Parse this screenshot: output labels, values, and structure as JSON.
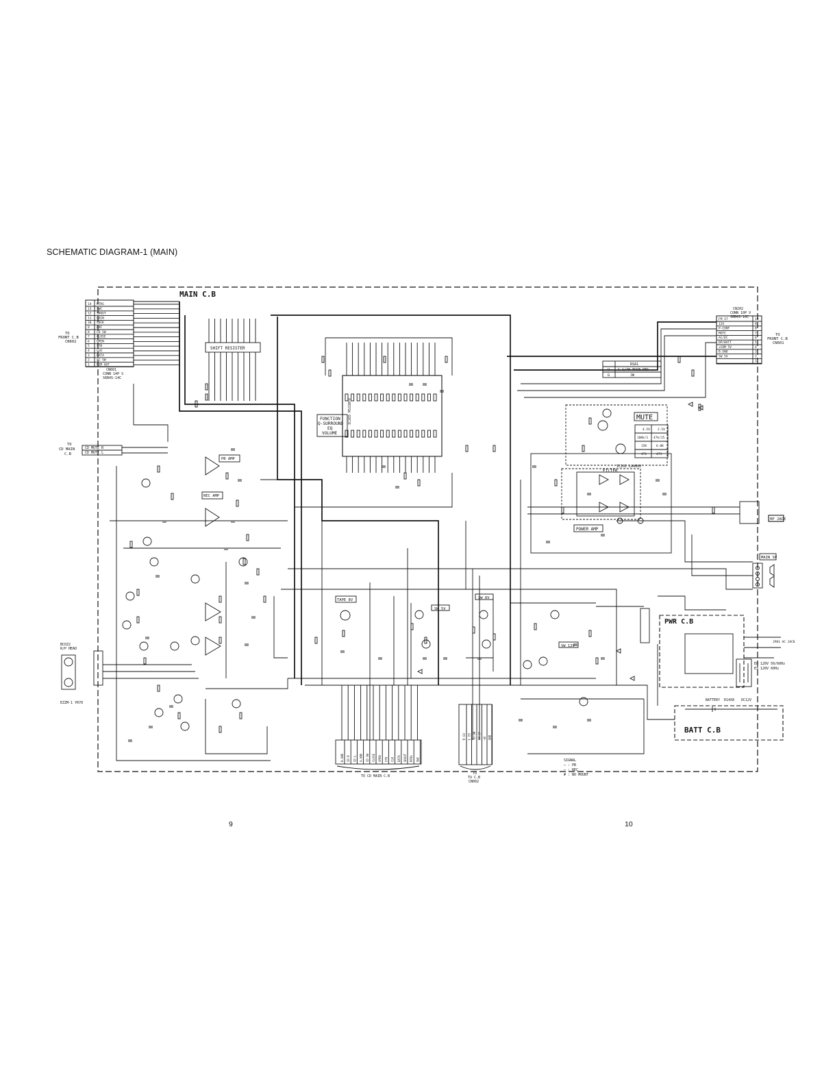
{
  "title": "SCHEMATIC DIAGRAM-1 (MAIN)",
  "page_left": "9",
  "page_right": "10",
  "boards": {
    "main": "MAIN C.B",
    "pwr": "PWR C.B",
    "batt": "BATT C.B"
  },
  "left_connector": {
    "pins": [
      "14",
      "13",
      "12",
      "11",
      "10",
      "9",
      "8",
      "7",
      "6",
      "5",
      "4",
      "3",
      "2",
      "1"
    ],
    "signals": [
      "MTRG",
      "SWC",
      "SDOUT",
      "CDIN",
      "CDCK",
      "DRF",
      "CD SW",
      "CLOSE",
      "OPEN",
      "STB",
      "CLK",
      "DATA",
      "AC SW",
      "REM OUT"
    ],
    "dest": [
      "TO",
      "FRONT C.B",
      "CN602"
    ],
    "ref": [
      "CN601",
      "CONN 14P S",
      "S6B4S-14C"
    ]
  },
  "right_connector": {
    "pins": [
      "10",
      "9",
      "8",
      "7",
      "6",
      "5",
      "4",
      "3",
      "2",
      "1"
    ],
    "signals": [
      "FM ST",
      "12V",
      "P-CONT",
      "MUTE",
      "AC/DC",
      "DP/BATT",
      "+COM 5V",
      "B.GND",
      "SW 5V"
    ],
    "dest": [
      "TO",
      "FRONT C.B",
      "CN601"
    ],
    "ref": [
      "CN202",
      "CONN 10P V",
      "S6B4S-10C"
    ]
  },
  "cd_mute": {
    "dest": [
      "TO",
      "CD MAIN",
      "C.B"
    ],
    "lines": [
      "CD MUTE R",
      "CD MUTE L"
    ]
  },
  "blocks": {
    "shift_register": "SHIFT RESISTER",
    "function": [
      "FUNCTION",
      "Q-SURROUND",
      "EQ",
      "VOLUME"
    ],
    "ic": "IC265 M5330FP",
    "mute": "MUTE",
    "power_amp": "POWER AMP",
    "ic_amp": "IC202 LA4600",
    "filter": "FILTER",
    "pb_amp": "PB AMP",
    "rec_amp": "REC AMP",
    "tape": "TAPE 8V",
    "sw5v": "SW 5V",
    "sw8v": "SW 8V",
    "sw12v": "SW 12V",
    "hp_jack": "HP JACK",
    "main_sp": "MAIN SP",
    "ac_jack": "JP01 AC JACK",
    "ac_label": [
      "E0 120V 50/60Hz",
      "E3 120V 60Hz"
    ],
    "battery": [
      "BATTERY",
      "R14X8",
      "DC12V"
    ],
    "head": [
      "BCOZ2",
      "R/P HEAD",
      "EZZM-1 YR70"
    ]
  },
  "fuse_table": {
    "header": "RSA1",
    "rows": [
      [
        "U",
        "1-1/4W FUSE RES"
      ],
      [
        "G",
        "JW"
      ]
    ]
  },
  "mute_table": {
    "rows": [
      [
        "4.5V",
        "2.5V"
      ],
      [
        "100k/1",
        "47k/15"
      ],
      [
        "15K",
        "6.8K"
      ],
      [
        "471",
        "473"
      ]
    ]
  },
  "cd_connector": {
    "dest": [
      "TO CD MAIN C.B"
    ],
    "pins": [
      "B.GND",
      "CD R",
      "CD L",
      "A.GND",
      "CD SW",
      "CLOSE",
      "OPEN",
      "STB",
      "CLK",
      "DATA",
      "SDOUT",
      "MTRG",
      "SWC"
    ]
  },
  "tu_connector": {
    "dest": [
      "TO",
      "TU C.B",
      "CN002"
    ],
    "pins": [
      "R CH",
      "L CH",
      "TU ON",
      "FM ST",
      "+B",
      "GND"
    ]
  },
  "legend": {
    "title": "SIGNAL",
    "items": [
      "⇨ : PB",
      "⇦ : REC",
      "# : NO MOUNT"
    ]
  }
}
